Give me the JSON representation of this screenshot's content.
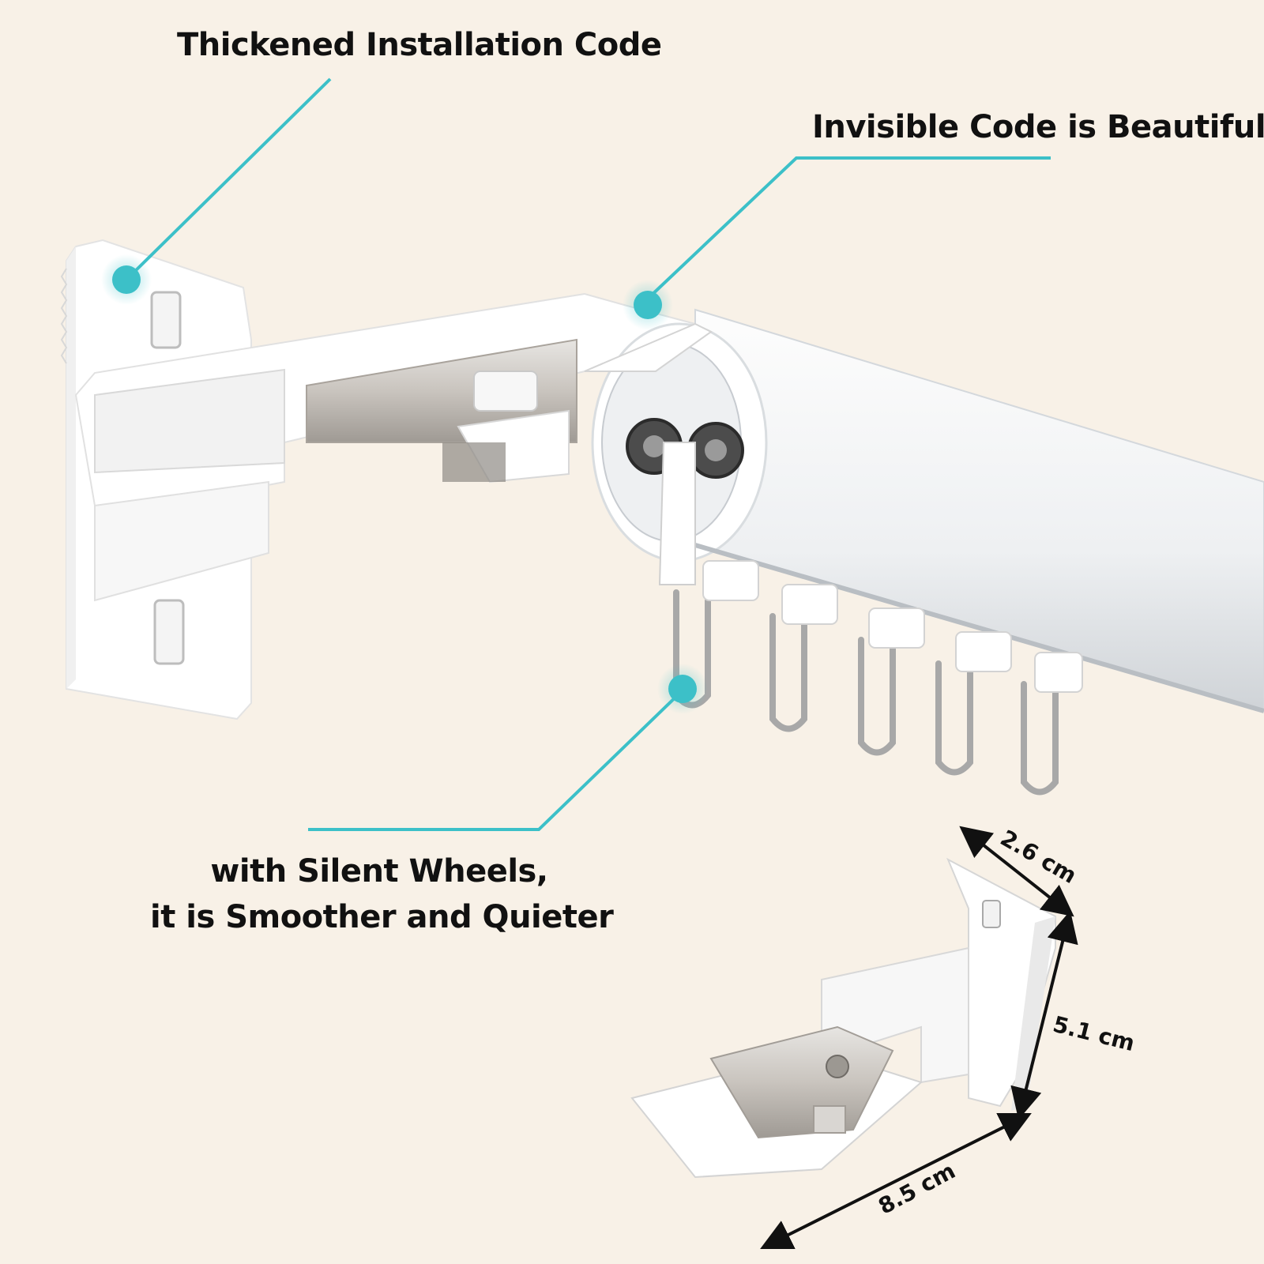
{
  "callouts": {
    "installation": "Thickened Installation Code",
    "invisible": "Invisible Code is Beautiful",
    "wheels_line1": "with Silent Wheels,",
    "wheels_line2": "it is Smoother and Quieter"
  },
  "dimensions": {
    "width": "2.6 cm",
    "height": "5.1 cm",
    "depth": "8.5 cm"
  },
  "colors": {
    "background": "#f8f1e7",
    "accent": "#3cc0c8",
    "text": "#111111",
    "metal_white": "#ffffff",
    "steel": "#c9c6c2"
  }
}
